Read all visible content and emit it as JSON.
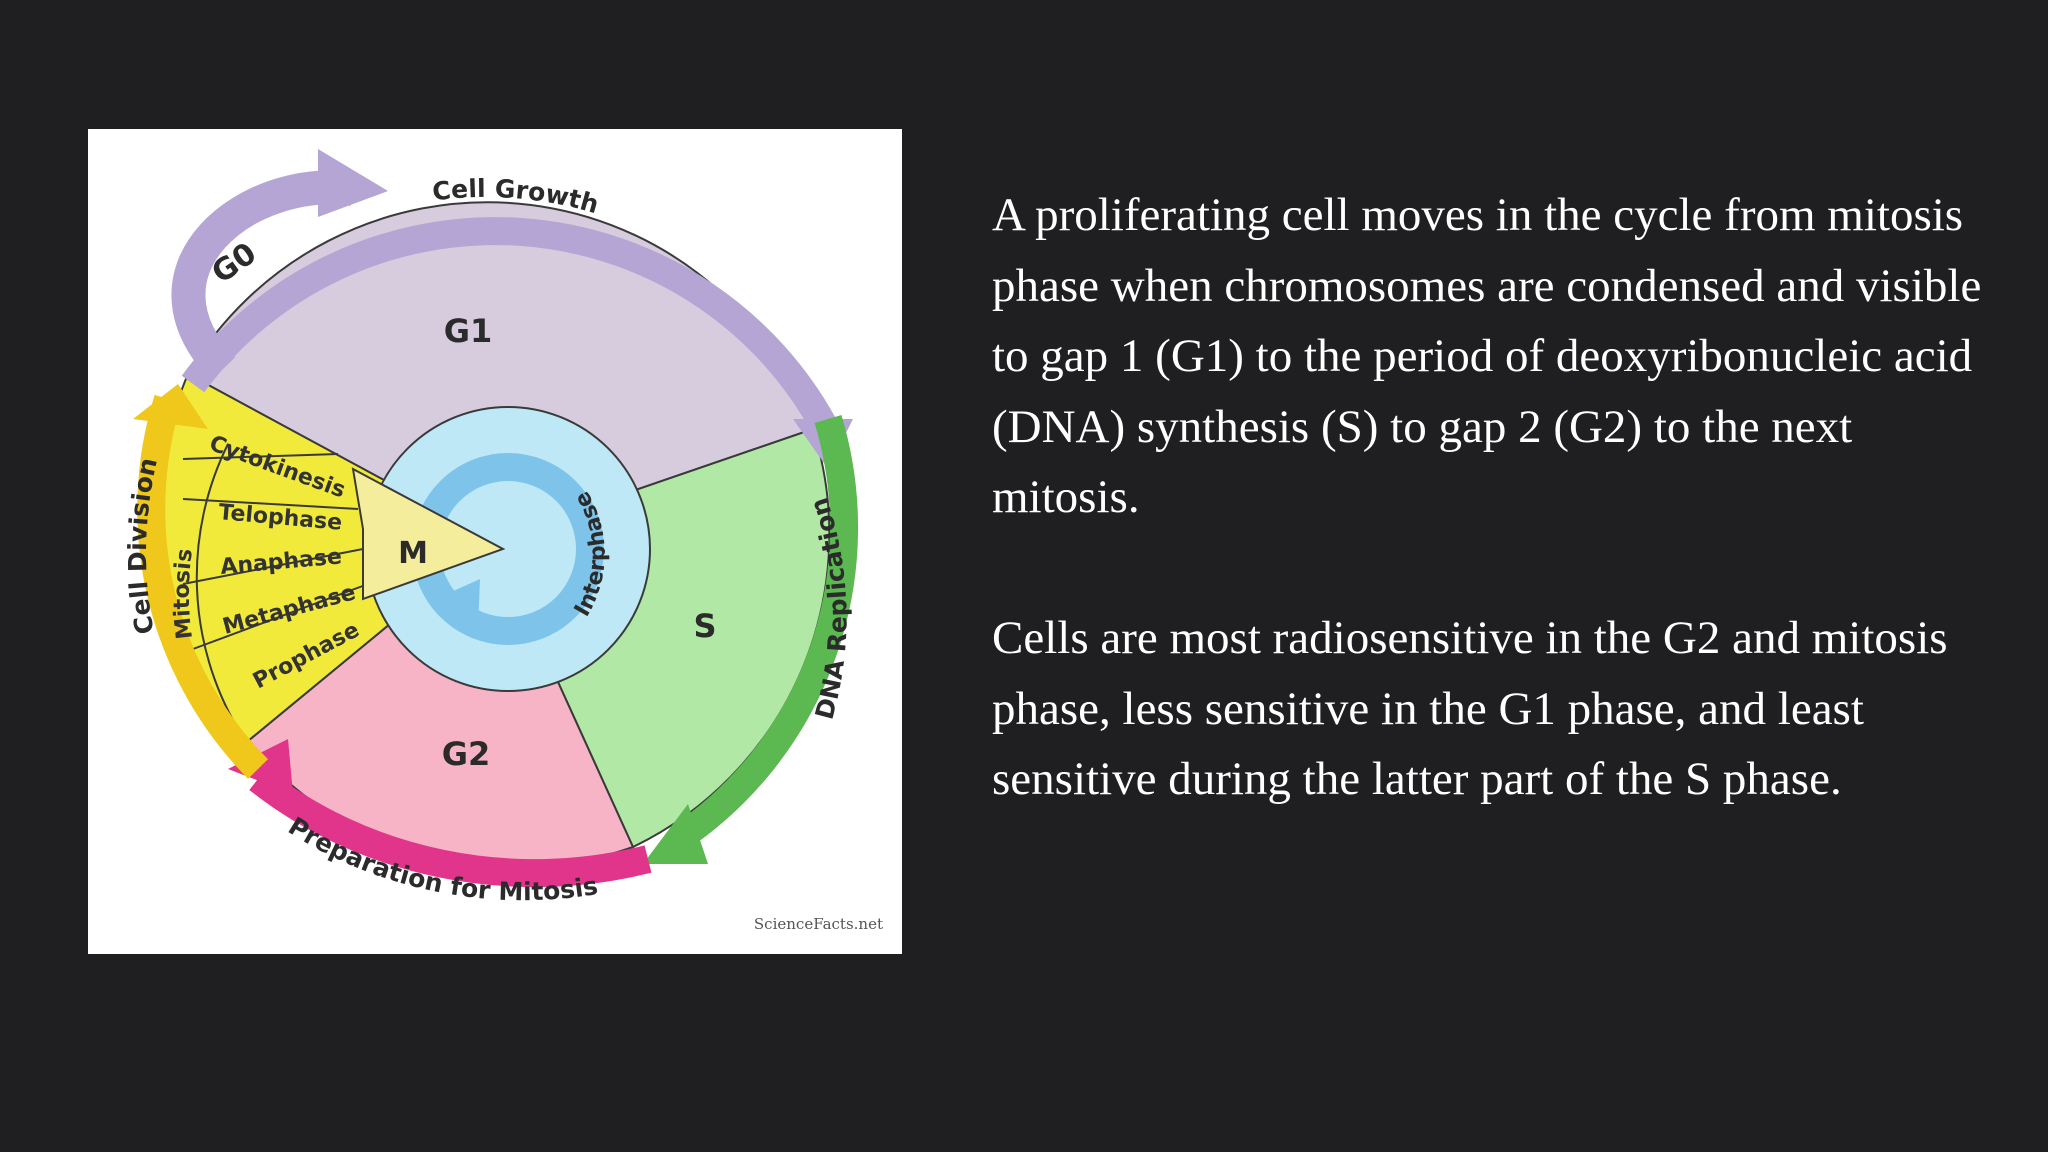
{
  "diagram": {
    "phases": {
      "g1": "G1",
      "s": "S",
      "g2": "G2",
      "m": "M",
      "g0": "G0"
    },
    "center_label": "Interphase",
    "mitosis_steps": [
      "Cytokinesis",
      "Telophase",
      "Anaphase",
      "Metaphase",
      "Prophase"
    ],
    "mitosis_label": "Mitosis",
    "arcs": {
      "cell_growth": "Cell Growth",
      "dna_replication": "DNA Replication",
      "preparation": "Preparation for Mitosis",
      "cell_division": "Cell Division"
    },
    "watermark": "ScienceFacts.net",
    "colors": {
      "g1": "#d6ccde",
      "s": "#b2e8a6",
      "g2": "#f6b4c6",
      "m_steps": "#f2ea3a",
      "m_core": "#f4ee9c",
      "interphase": "#bfe8f7",
      "cell_growth_arrow": "#b4a5d4",
      "dna_arrow": "#5cb850",
      "preparation_arrow": "#e0358a",
      "cell_division_arrow": "#f0c81c"
    }
  },
  "text": {
    "paragraph_1": "A proliferating cell moves in the cycle from mitosis phase when chromosomes are condensed and visible to gap 1 (G1) to the period of deoxyribonucleic acid (DNA) synthesis (S) to gap 2 (G2) to the next mitosis.",
    "paragraph_2": "Cells are most radiosensitive in the G2 and mitosis phase, less sensitive in the G1 phase, and least sensitive during the latter part of the S phase."
  }
}
